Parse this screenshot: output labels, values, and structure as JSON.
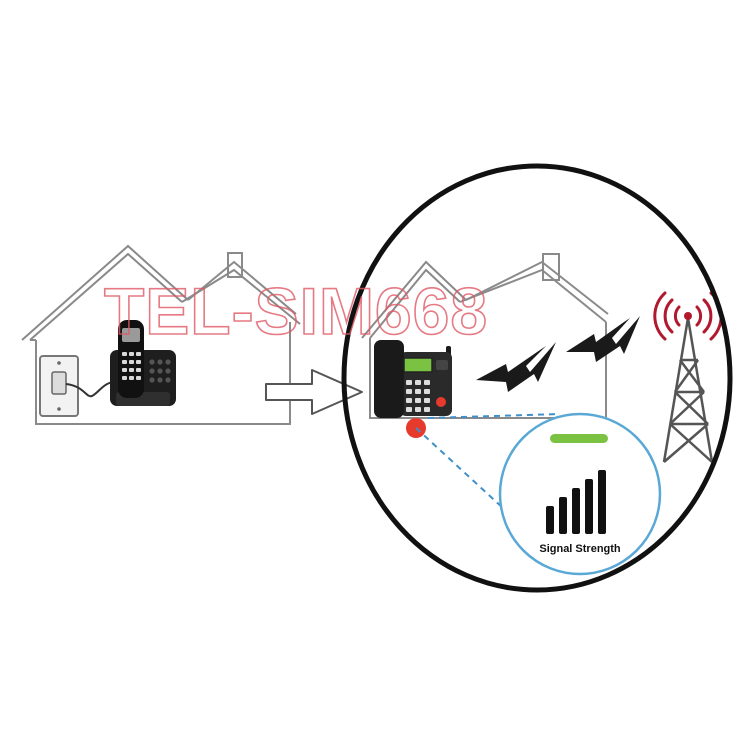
{
  "watermark": "TEL-SIM668",
  "signal_label": "Signal Strength",
  "signal_bars": 5,
  "colors": {
    "house_line": "#8a8a8a",
    "outline_black": "#111111",
    "tower_waves": "#b11a2e",
    "indicator_green": "#7cc242",
    "red_dot": "#e53a2c",
    "zoom_circle": "#5aa8d6",
    "dashed_link": "#3f8fc9",
    "watermark": "#e05a66"
  },
  "icons": [
    "wall-jack-icon",
    "cordless-phone-icon",
    "cellular-desk-phone-icon",
    "lightning-signal-icon",
    "cell-tower-icon",
    "signal-bars-icon"
  ]
}
